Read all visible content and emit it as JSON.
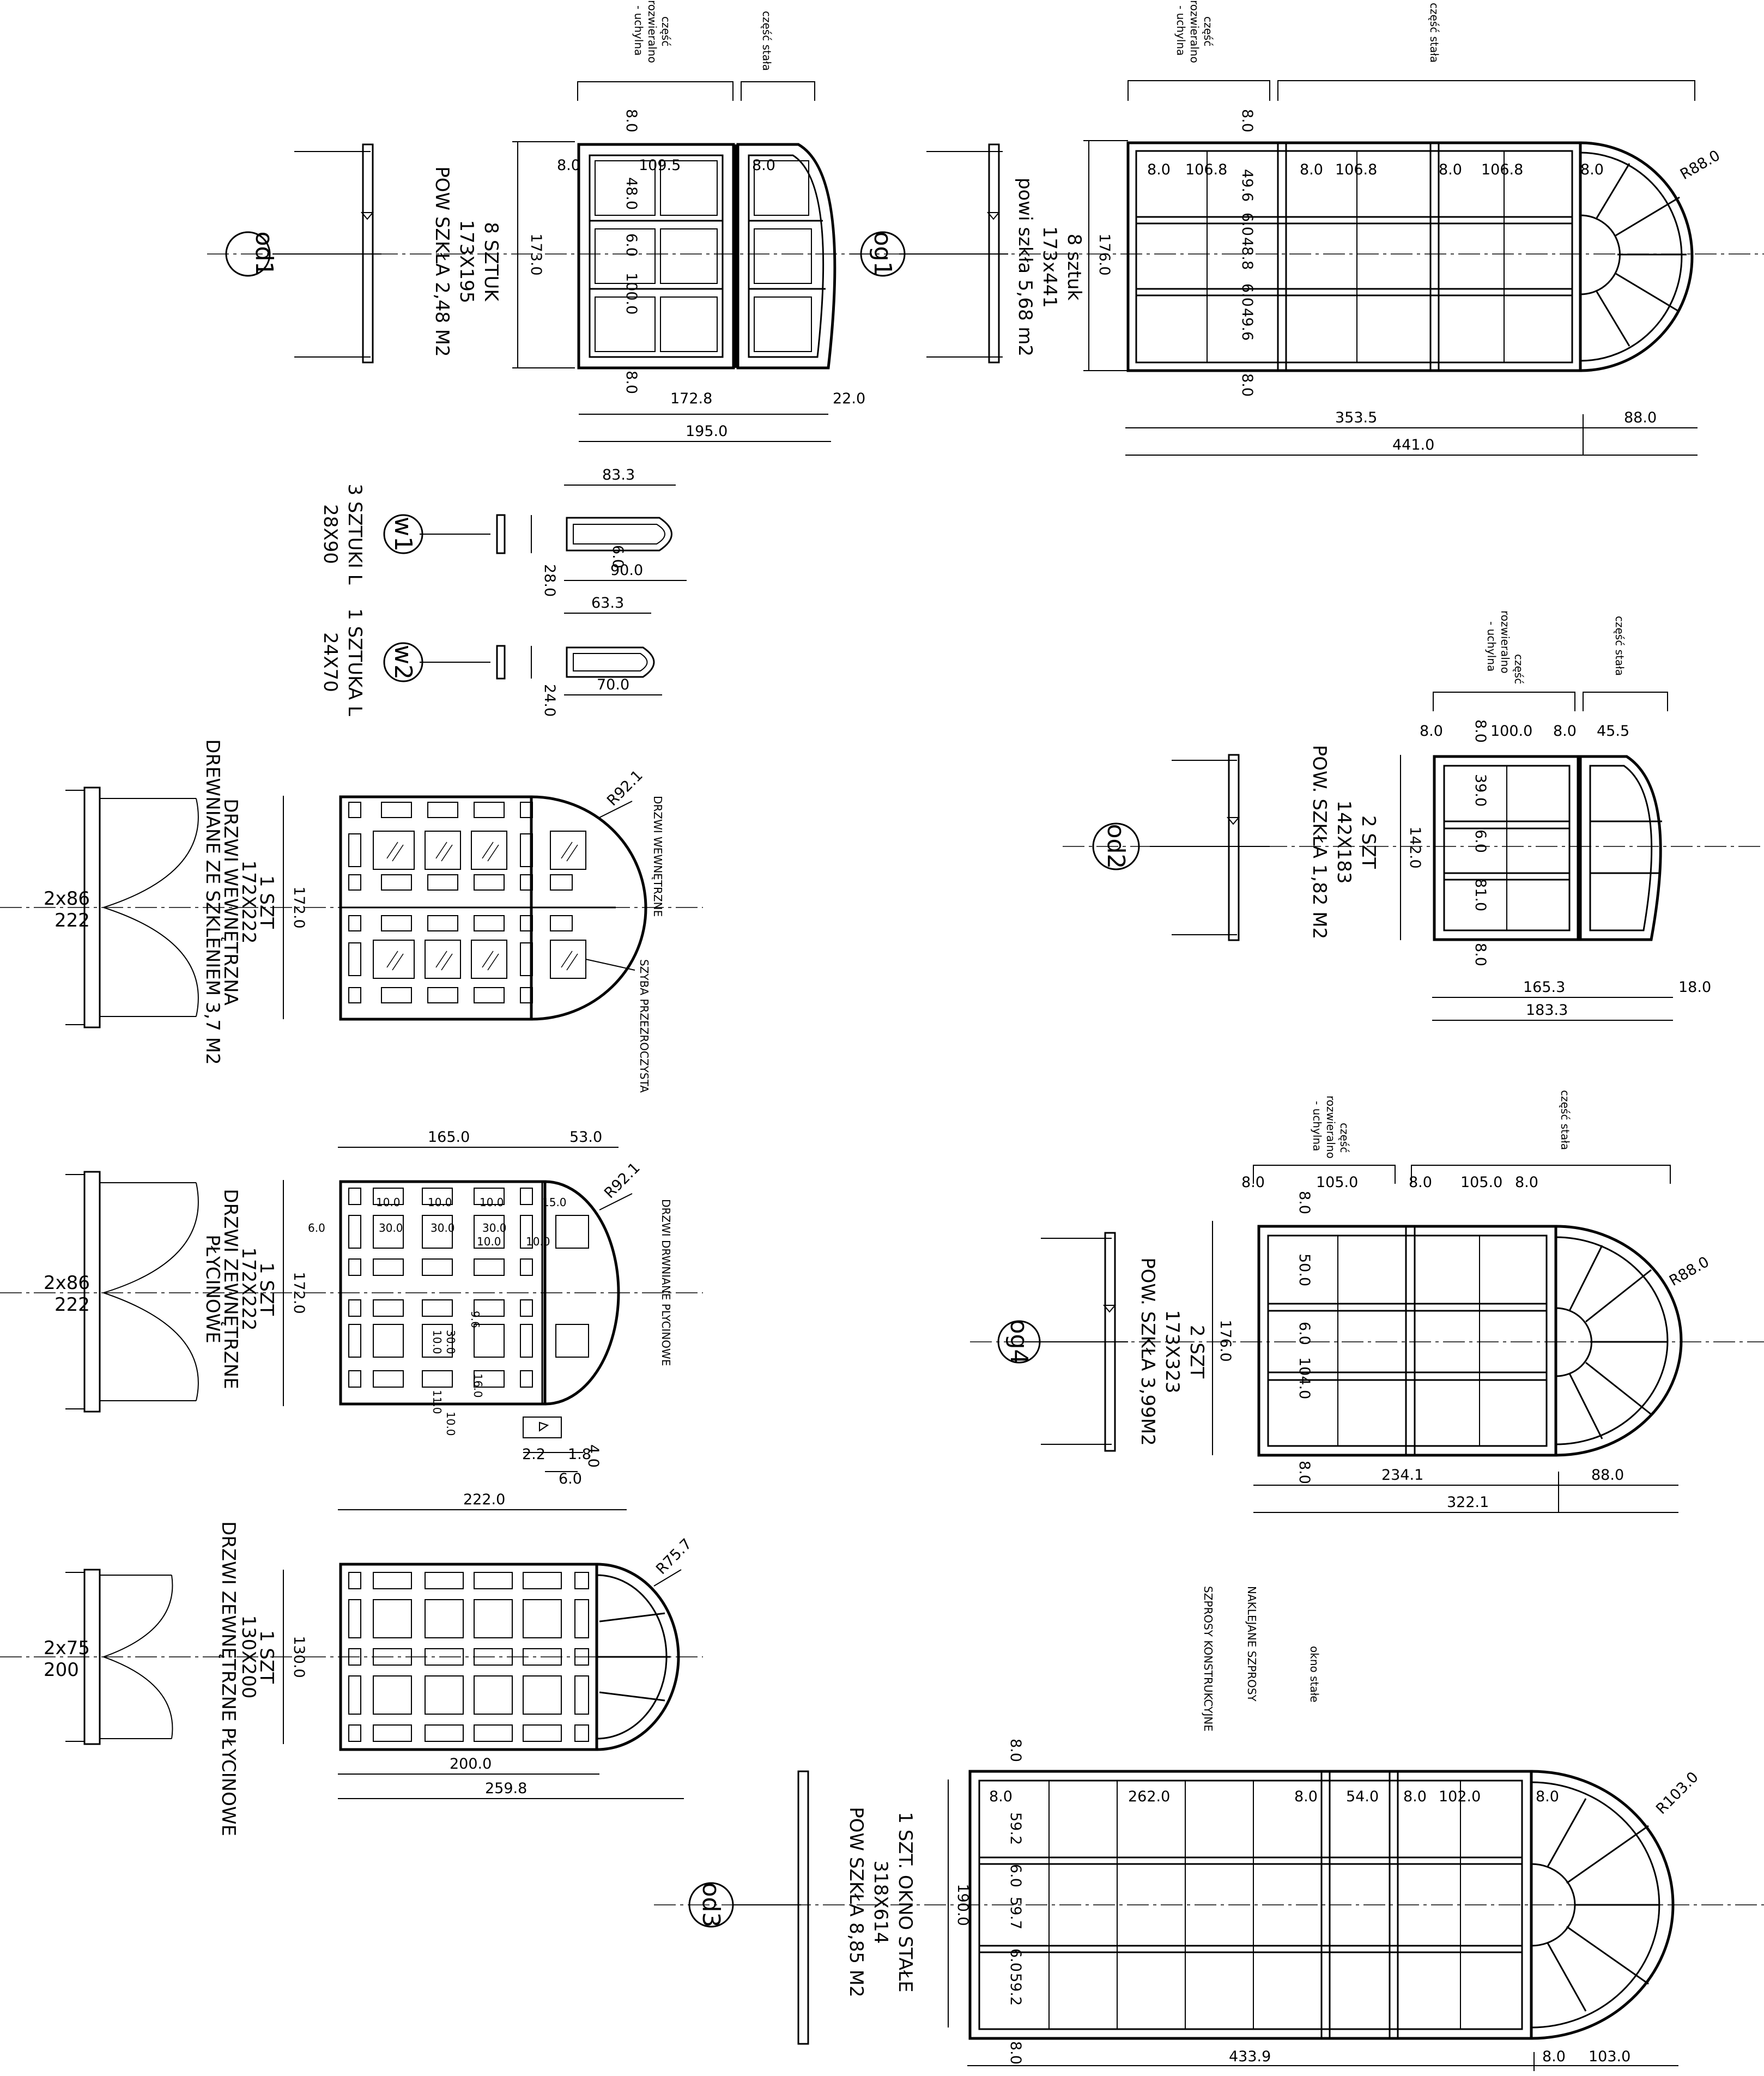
{
  "od1": {
    "tag": "od1",
    "note": [
      "8 SZTUK",
      "173X195",
      "POW SZKŁA 2,48 M2"
    ],
    "part_open": [
      "część",
      "rozwieralno",
      "- uchylna"
    ],
    "part_fixed": "część stała",
    "dims": {
      "h_total": "173.0",
      "w_glass": "172.8",
      "w_total": "195.0",
      "w_end": "22.0",
      "frame": "8.0",
      "sash_w": "109.5",
      "m1": "48.0",
      "m2": "6.0",
      "m3": "100.0"
    }
  },
  "og1": {
    "tag": "og1",
    "note": [
      "8 sztuk",
      "173x441",
      "powi szkła 5,68 m2"
    ],
    "part_open": [
      "część",
      "rozwieralno",
      "- uchylna"
    ],
    "part_fixed": "część stała",
    "dims": {
      "h_total": "176.0",
      "w_rect": "353.5",
      "w_arc": "88.0",
      "w_total": "441.0",
      "frame": "8.0",
      "sash_w": "106.8",
      "m1": "49.6",
      "m2": "6.0",
      "m3": "48.8",
      "m4": "49.6",
      "radius": "R88.0"
    }
  },
  "w1": {
    "tag": "w1",
    "note": [
      "3 SZTUKI L",
      "28X90"
    ],
    "dims": {
      "top": "83.3",
      "mid": "6.0",
      "w": "90.0",
      "h": "28.0"
    }
  },
  "w2": {
    "tag": "w2",
    "note": [
      "1 SZTUKA L",
      "24X70"
    ],
    "dims": {
      "top": "63.3",
      "w": "70.0",
      "h": "24.0"
    }
  },
  "od2": {
    "tag": "od2",
    "note": [
      "2 SZT",
      "142X183",
      "POW. SZKŁA 1,82 M2"
    ],
    "part_open": [
      "część",
      "rozwieralno",
      "- uchylna"
    ],
    "part_fixed": "część stała",
    "dims": {
      "h_total": "142.0",
      "frame": "8.0",
      "sash_w": "100.0",
      "fixed_w": "45.5",
      "m1": "39.0",
      "m2": "6.0",
      "m3": "81.0",
      "w_glass": "165.3",
      "w_end": "18.0",
      "w_total": "183.3"
    }
  },
  "door1": {
    "leaf": [
      "2x86",
      "222"
    ],
    "note": [
      "1 SZT",
      "172X222",
      "DRZWI WEWNĘTRZNA",
      "DREWNIANE ZE SZKLENIEM 3,7 M2"
    ],
    "side_note": "DRZWI WEWNĘTRZNE",
    "glass": "SZYBA PRZEZROCZYSTA",
    "dims": {
      "h": "172.0",
      "radius": "R92.1"
    }
  },
  "door2": {
    "leaf": [
      "2x86",
      "222"
    ],
    "note": [
      "1 SZT",
      "172X222",
      "DRZWI ZEWNĘTRZNE",
      "PŁYCINOWE"
    ],
    "side_note": "DRZWI DRWNIANE PLYCINOWE",
    "dims": {
      "h": "172.0",
      "top_w": "165.0",
      "top_arc": "53.0",
      "w_total": "222.0",
      "radius": "R92.1",
      "d10": "10.0",
      "d30": "30.0",
      "d6": "6.0",
      "d96": "9.6",
      "d16": "16.0",
      "d11": "11.0",
      "det_a": "2.2",
      "det_b": "1.8",
      "det_c": "4.0",
      "det_d": "6.0",
      "d15": "15.0"
    }
  },
  "og4": {
    "tag": "og4",
    "note": [
      "2 SZT",
      "173X323",
      "POW. SZKŁA 3,99M2"
    ],
    "part_open": [
      "część",
      "rozwieralno",
      "- uchylna"
    ],
    "part_fixed": "część stała",
    "dims": {
      "h_total": "176.0",
      "frame": "8.0",
      "sash_w": "105.0",
      "m1": "50.0",
      "m2": "6.0",
      "m3": "104.0",
      "w_rect": "234.1",
      "w_arc": "88.0",
      "w_total": "322.1",
      "radius": "R88.0"
    }
  },
  "door3": {
    "leaf": [
      "2x75",
      "200"
    ],
    "note": [
      "1 SZT",
      "130X200",
      "DRZWI ZEWNĘTRZNE PŁYCINOWE"
    ],
    "dims": {
      "h": "130.0",
      "w_rect": "200.0",
      "w_total": "259.8",
      "radius": "R75.7"
    }
  },
  "od3": {
    "tag": "od3",
    "note": [
      "1 SZT. OKNO STAŁE",
      "318X614",
      "POW SZKŁA 8,85 M2"
    ],
    "legend": [
      "SZPROSY KONSTRUKCYJNE",
      "NAKLEJANE SZPROSY",
      "okno stałe"
    ],
    "dims": {
      "h_total": "190.0",
      "frame": "8.0",
      "w_main": "262.0",
      "w_mid": "54.0",
      "w_side": "102.0",
      "m1": "59.2",
      "m2": "59.7",
      "m3": "59.2",
      "m_sep": "6.0",
      "w_rect": "433.9",
      "w_arc": "103.0",
      "radius": "R103.0"
    }
  }
}
